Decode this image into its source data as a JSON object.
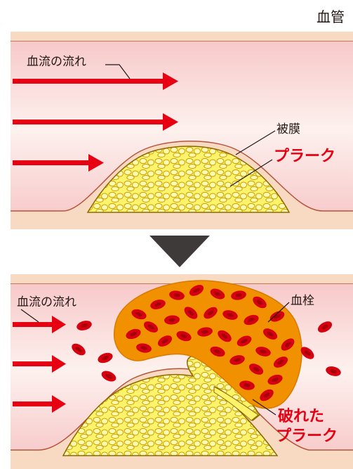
{
  "corner_label": "血管",
  "panel_top": {
    "flow_label": "血流の流れ",
    "capsule_label": "被膜",
    "plaque_label": "プラーク"
  },
  "panel_bottom": {
    "flow_label": "血流の流れ",
    "clot_label": "血栓",
    "ruptured_line1": "破れた",
    "ruptured_line2": "プラーク"
  },
  "colors": {
    "vessel_wall": "#f8d9c2",
    "lumen": "#fbe7e2",
    "arrow": "#e60012",
    "plaque_fill": "#fff36b",
    "clot": "#f29100",
    "rbc": "#d7000f",
    "down_arrow": "#3e3a39"
  }
}
